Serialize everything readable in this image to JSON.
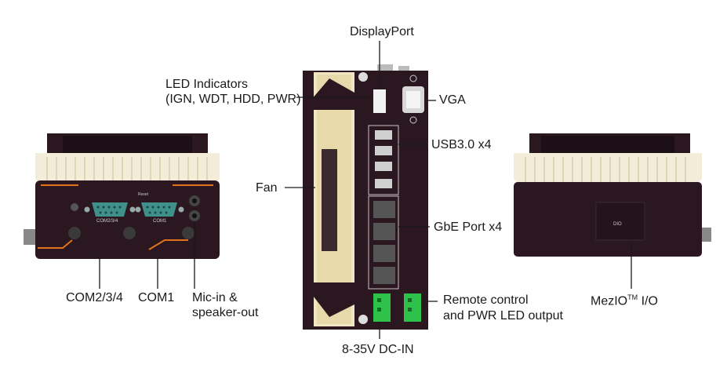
{
  "labels": {
    "displayport": "DisplayPort",
    "led_line1": "LED Indicators",
    "led_line2": "(IGN, WDT, HDD, PWR)",
    "vga": "VGA",
    "usb": "USB3.0 x4",
    "fan": "Fan",
    "gbe": "GbE Port x4",
    "com234": "COM2/3/4",
    "com1": "COM1",
    "mic_line1": "Mic-in &",
    "mic_line2": "speaker-out",
    "remote_line1": "Remote control",
    "remote_line2": "and PWR LED output",
    "mezio_base": "MezIO",
    "mezio_sup": "TM",
    "mezio_rest": " I/O",
    "dcin": "8-35V DC-IN"
  },
  "device_text": {
    "com234_port": "COM2/3/4",
    "com1_port": "COM1",
    "dio_port": "DIO",
    "reset": "Reset"
  },
  "colors": {
    "chassis": "#2b1720",
    "chassis_dark": "#1c0f15",
    "fin": "#f3ecd8",
    "db9": "#3f8f8a",
    "accent": "#e1711c",
    "terminal": "#2ec24a",
    "fan_frame": "#f0e6c4"
  }
}
